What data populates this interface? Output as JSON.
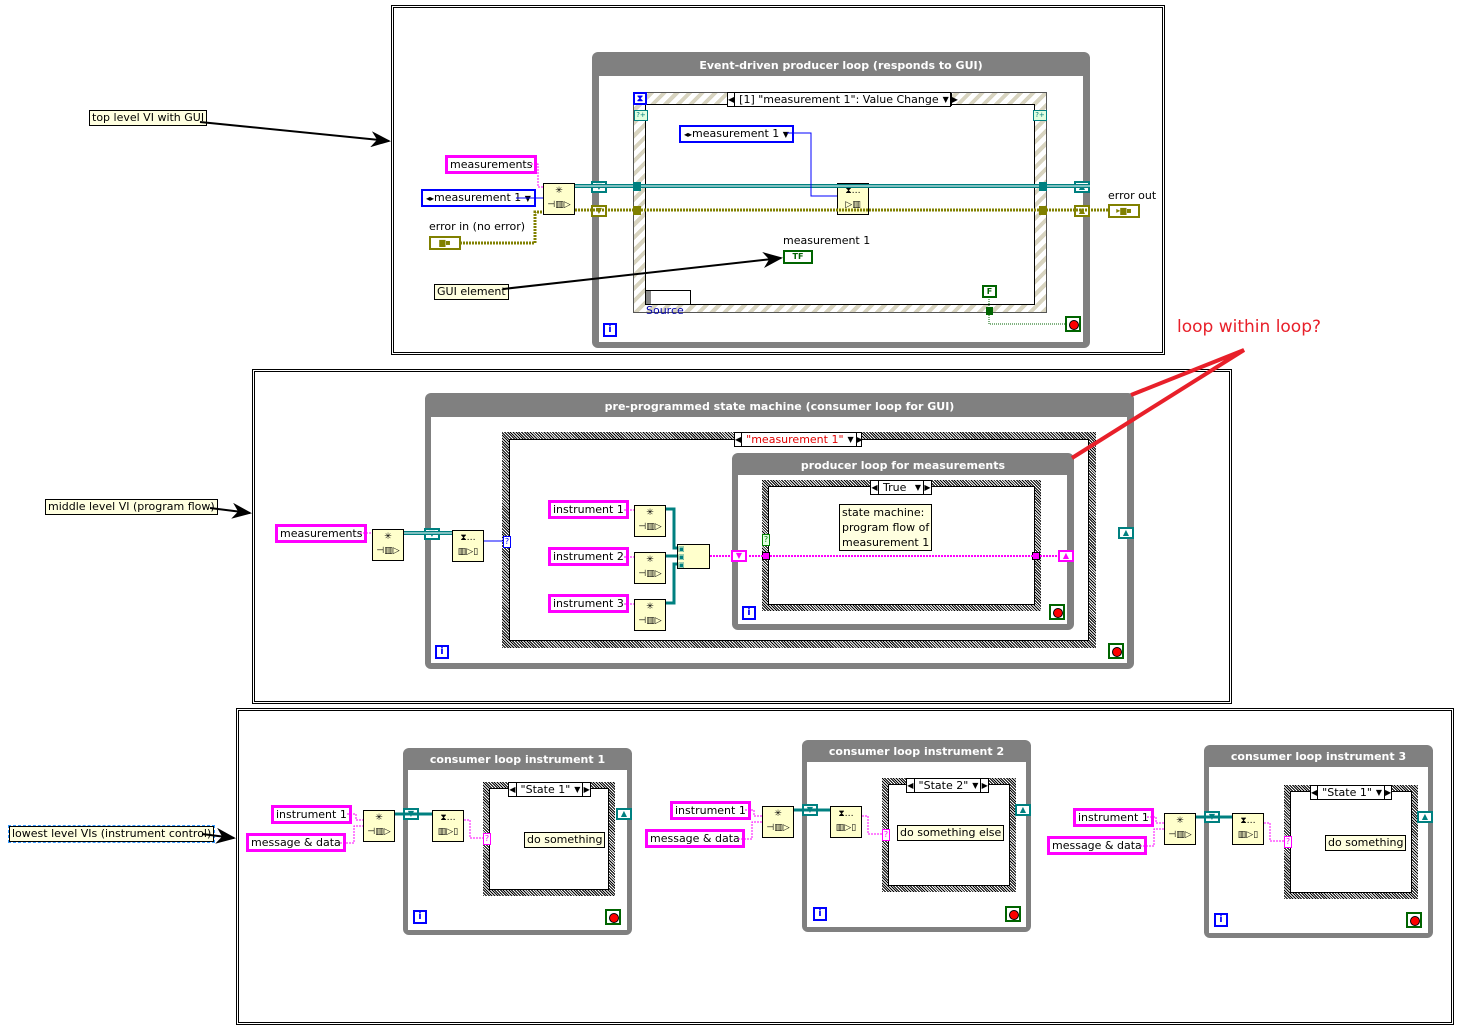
{
  "annotations": {
    "top_level": "top level VI with GUI",
    "middle_level": "middle level VI (program flow)",
    "lowest_level": "lowest level VIs (instrument control)",
    "loop_within_loop": "loop within loop?",
    "gui_element": "GUI element"
  },
  "top_vi": {
    "loop_title": "Event-driven producer loop (responds to GUI)",
    "event_selector": "[1] \"measurement 1\": Value Change",
    "measurements_label": "measurements",
    "enum_outer": "measurement 1",
    "enum_inner": "measurement 1",
    "error_in": "error in (no error)",
    "error_out": "error out",
    "indicator_label": "measurement 1",
    "indicator_glyph": "TF",
    "source_label": "Source",
    "false_const": "F",
    "iteration": "i"
  },
  "middle_vi": {
    "outer_loop_title": "pre-programmed state machine (consumer loop for GUI)",
    "case_selector": "\"measurement 1\"",
    "measurements_label": "measurements",
    "instruments": [
      "instrument 1",
      "instrument 2",
      "instrument 3"
    ],
    "inner_loop_title": "producer loop for measurements",
    "inner_case_selector": "True",
    "comment": [
      "state machine:",
      "program flow of",
      "measurement 1"
    ],
    "iteration": "i"
  },
  "lowest_vis": [
    {
      "loop_title": "consumer loop instrument 1",
      "instrument_label": "instrument 1",
      "message_label": "message & data",
      "case_selector": "\"State 1\"",
      "comment": "do something",
      "iteration": "i"
    },
    {
      "loop_title": "consumer loop instrument 2",
      "instrument_label": "instrument 1",
      "message_label": "message & data",
      "case_selector": "\"State 2\"",
      "comment": "do something else",
      "iteration": "i"
    },
    {
      "loop_title": "consumer loop instrument 3",
      "instrument_label": "instrument 1",
      "message_label": "message & data",
      "case_selector": "\"State 1\"",
      "comment": "do something",
      "iteration": "i"
    }
  ],
  "colors": {
    "queue_wire": "#008080",
    "string_wire": "#ff00ff",
    "enum_wire": "#0000ff",
    "error_wire": "#808000",
    "annotation_red": "#e8202a",
    "loop_gray": "#808080"
  }
}
